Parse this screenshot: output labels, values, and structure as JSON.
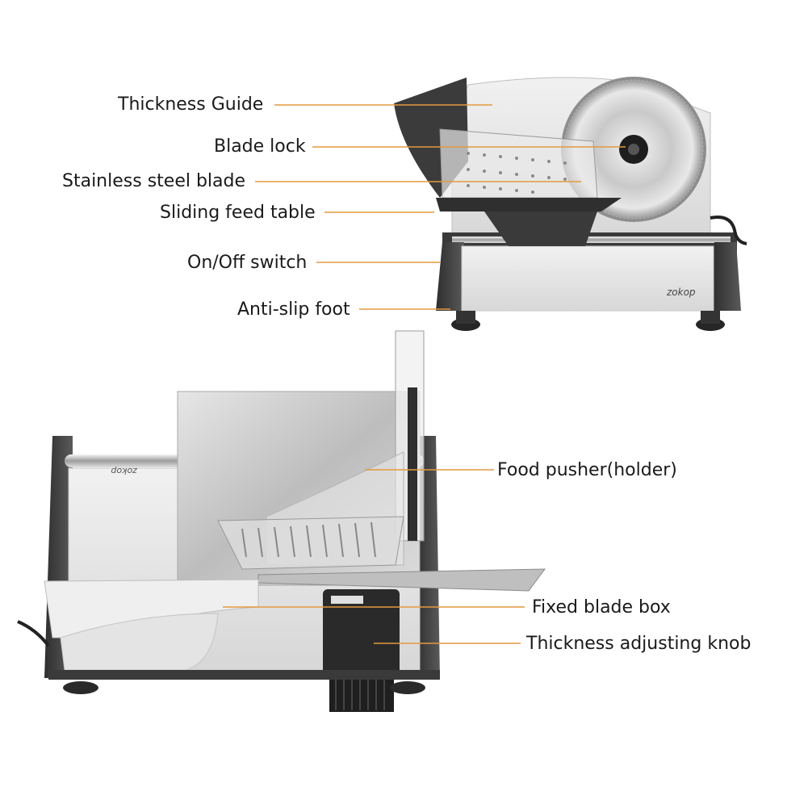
{
  "top_labels": {
    "thickness_guide": "Thickness Guide",
    "blade_lock": "Blade lock",
    "stainless_steel_blade": "Stainless steel blade",
    "sliding_feed_table": "Sliding feed table",
    "on_off_switch": "On/Off switch",
    "anti_slip_foot": "Anti-slip foot"
  },
  "bottom_labels": {
    "food_pusher": "Food pusher(holder)",
    "fixed_blade_box": "Fixed blade box",
    "thickness_adjusting_knob": "Thickness adjusting knob"
  },
  "brand": {
    "logo_text": "zokop"
  },
  "colors": {
    "leader_line": "#e39a3f",
    "text": "#1a1a1a"
  }
}
